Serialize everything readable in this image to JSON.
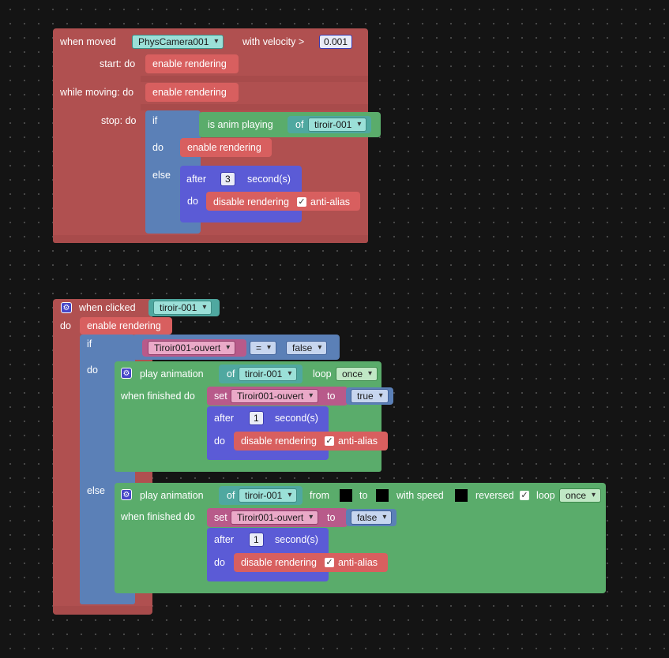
{
  "block1": {
    "when_moved": "when moved",
    "camera": "PhysCamera001",
    "with_velocity": "with velocity >",
    "velocity": "0.001",
    "start_do": "start: do",
    "start_action": "enable rendering",
    "while_moving_do": "while moving: do",
    "while_action": "enable rendering",
    "stop_do": "stop: do",
    "if_label": "if",
    "is_anim_playing": "is anim playing",
    "of_label": "of",
    "anim_object": "tiroir-001",
    "do_label": "do",
    "do_action": "enable rendering",
    "else_label": "else",
    "after_label": "after",
    "after_seconds": "3",
    "seconds_label": "second(s)",
    "inner_do": "do",
    "disable_action": "disable rendering",
    "anti_alias": "anti-alias"
  },
  "block2": {
    "when_clicked": "when clicked",
    "clicked_object": "tiroir-001",
    "do_label": "do",
    "enable_action": "enable rendering",
    "if_label": "if",
    "cond_var": "Tiroir001-ouvert",
    "cond_op": "=",
    "cond_value": "false",
    "do_inner": "do",
    "play_animation": "play animation",
    "of_label": "of",
    "anim_object": "tiroir-001",
    "loop_label": "loop",
    "loop_value": "once",
    "when_finished_do": "when finished do",
    "set_label": "set",
    "set_var": "Tiroir001-ouvert",
    "to_label": "to",
    "set_value_true": "true",
    "after_label": "after",
    "after_seconds": "1",
    "seconds_label": "second(s)",
    "after_do": "do",
    "disable_action": "disable rendering",
    "anti_alias": "anti-alias",
    "else_label": "else",
    "play_animation2": "play animation",
    "of_label2": "of",
    "anim_object2": "tiroir-001",
    "from_label": "from",
    "to_label2": "to",
    "with_speed": "with speed",
    "reversed_label": "reversed",
    "loop_label2": "loop",
    "loop_value2": "once",
    "when_finished_do2": "when finished do",
    "set_label2": "set",
    "set_var2": "Tiroir001-ouvert",
    "to_label3": "to",
    "set_value_false": "false",
    "after_label2": "after",
    "after_seconds2": "1",
    "seconds_label2": "second(s)",
    "after_do2": "do",
    "disable_action2": "disable rendering",
    "anti_alias2": "anti-alias"
  },
  "icons": {
    "gear": "gear-icon",
    "check": "checkmark-icon",
    "puzzle": "empty-input-slot"
  },
  "colors": {
    "event": "#b05050",
    "action": "#d85f5f",
    "logic": "#5b80b7",
    "anim": "#5aac6b",
    "timer": "#5b5bd6",
    "variable": "#b85a8a",
    "object": "#4fa8a0",
    "background": "#141414"
  }
}
